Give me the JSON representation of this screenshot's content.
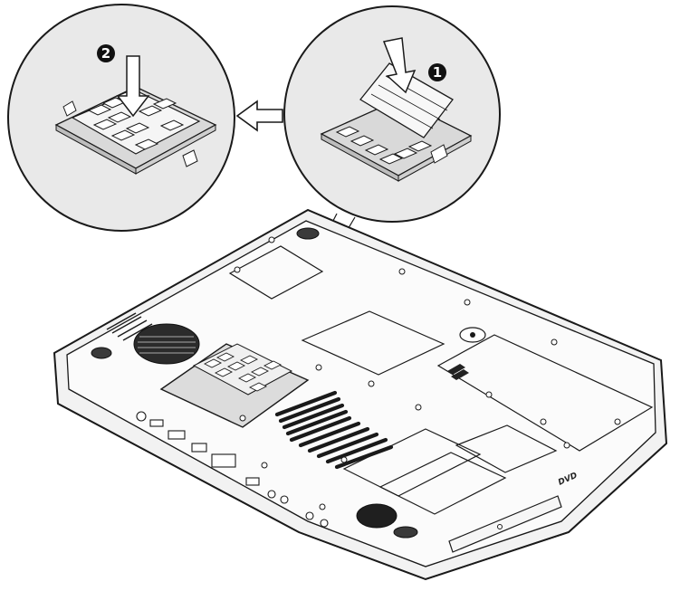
{
  "figure": {
    "description_visible_text": "",
    "steps": [
      {
        "number": "2",
        "label": "2"
      },
      {
        "number": "1",
        "label": "1"
      }
    ],
    "optical_drive_label": "DVD",
    "colors": {
      "line": "#1a1a1a",
      "panel_fill": "#e8e8e8",
      "laptop_fill": "#f2f2f2",
      "dark_fill": "#2b2b2b",
      "background": "#ffffff"
    },
    "icons": [
      "push-arrow-icon",
      "direction-arrow-icon",
      "memory-module-icon"
    ]
  }
}
